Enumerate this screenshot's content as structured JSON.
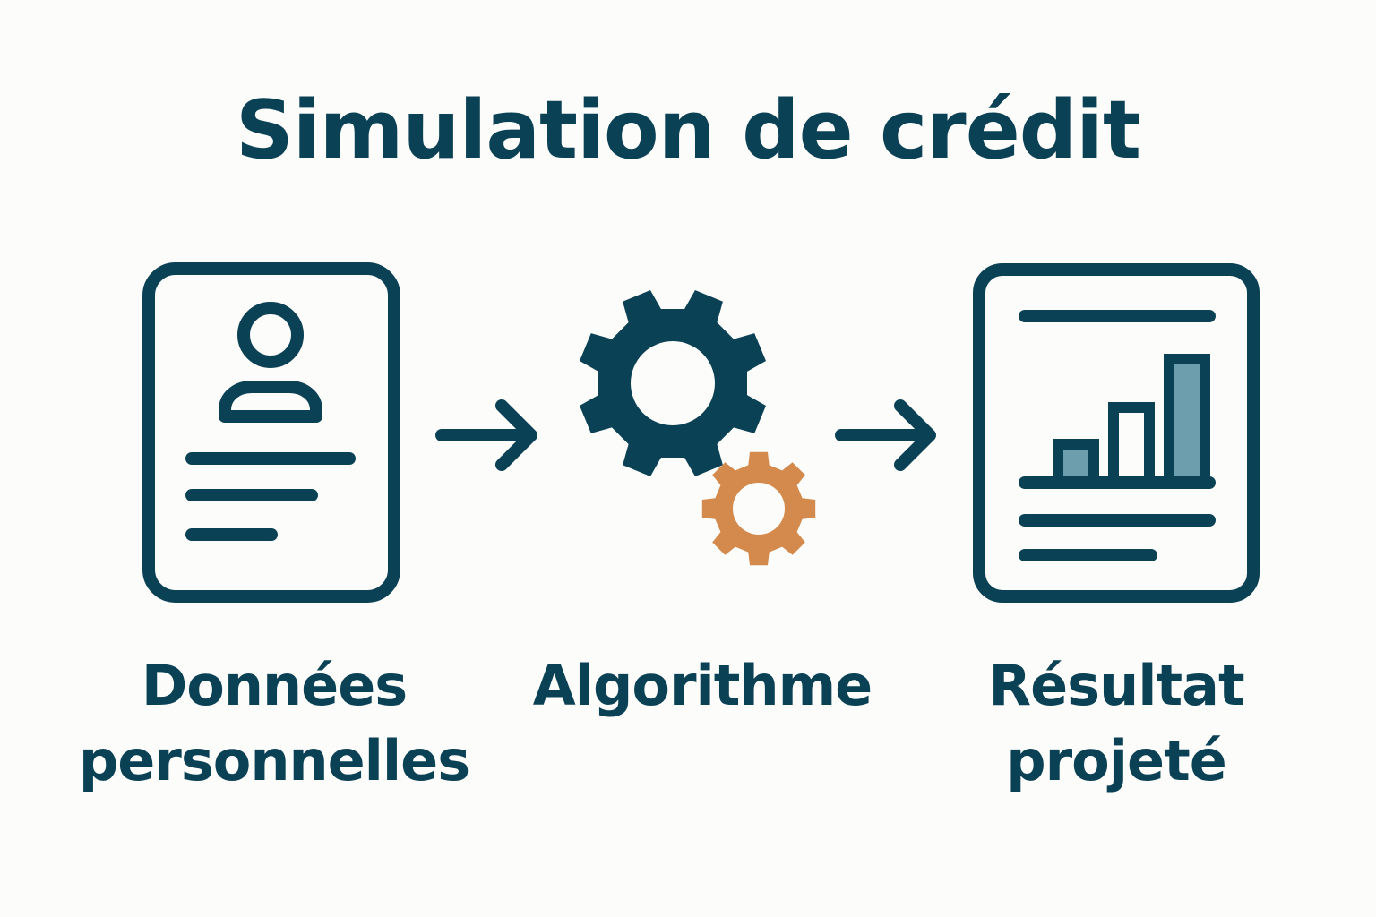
{
  "title": "Simulation de crédit",
  "steps": [
    {
      "line1": "Données",
      "line2": "personnelles",
      "icon": "profile-document-icon"
    },
    {
      "line1": "Algorithme",
      "line2": "",
      "icon": "gears-icon"
    },
    {
      "line1": "Résultat",
      "line2": "projeté",
      "icon": "report-bar-chart-icon"
    }
  ],
  "colors": {
    "primary": "#0a4155",
    "accent": "#d48a4c",
    "bar_fill": "#6d9eae",
    "background": "#fcfcfa"
  }
}
